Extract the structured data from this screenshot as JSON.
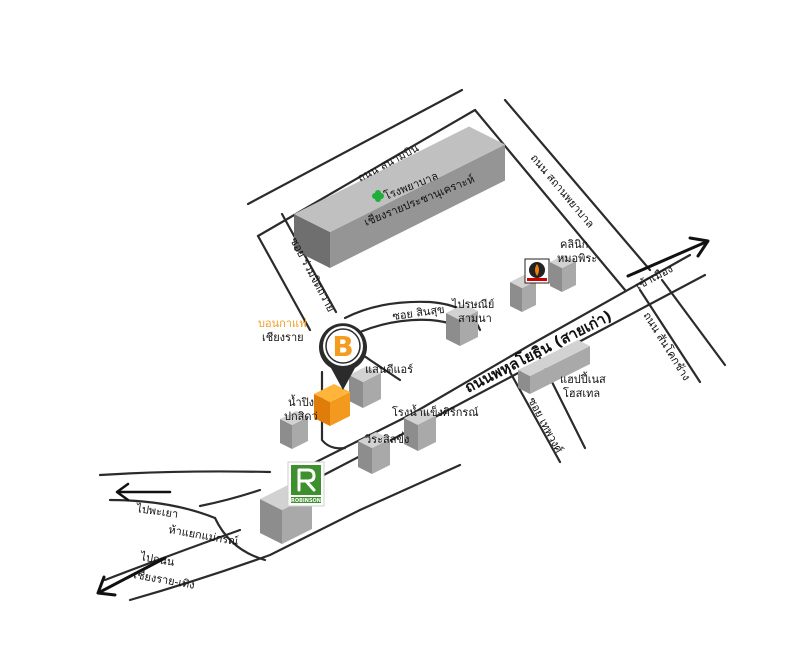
{
  "roads": {
    "sanambin": "ถนน สนามบิน",
    "sathanphayaban": "ถนน สถานพยาบาล",
    "soi_ruamjitthawai": "ซอย ร่วมจิตถวาย",
    "soi_sinsuk": "ซอย สินสุข",
    "phahonyothin": "ถนนพหลโยธิน (สายเก่า)",
    "soi_thepwong": "ซอย เทพวงศ์",
    "san_khok_chang": "ถนน สันโคกช้าง",
    "into_town": "เข้าเมือง",
    "to_phayao": "ไปพะเยา",
    "to_chiangrai_thoeng_1": "ไปถนน",
    "to_chiangrai_thoeng_2": "เชียงราย-เทิง",
    "ha_yaek": "ห้าแยกแม่กรณ์"
  },
  "places": {
    "hospital_1": "โรงพยาบาล",
    "hospital_2": "เชียงรายประชานุเคราะห์",
    "clinic_1": "คลินิก",
    "clinic_2": "หมอพิระ",
    "post_office_1": "ไปรษณีย์",
    "post_office_2": "สามนา",
    "sandy_air": "แสนดีแอร์",
    "namping_1": "น้ำปิง",
    "namping_2": "ปกสิดว่",
    "ice_factory": "โรงน้ำแข็งศิริกรณ์",
    "wirasin": "วีระสิลขิ่ง",
    "happiness_1": "แฮปปี้เนส",
    "happiness_2": "โฮสเทล",
    "robinson": "ROBINSON",
    "bonkafe_1": "บอนกาแฟ",
    "bonkafe_2": "เชียงราย",
    "marker_letter": "B"
  },
  "colors": {
    "road_edge": "#2b2b2b",
    "building_top": "#d2d2d2",
    "building_left": "#8d8d8d",
    "building_right": "#a9a9a9",
    "hospital_top": "#c0c0c0",
    "highlight_top": "#ffb43a",
    "highlight_left": "#e07c0a",
    "highlight_right": "#f39a1e",
    "marker_ring": "#2b2b2b",
    "marker_letter": "#f39c1f",
    "hospital_cross": "#1fae3a",
    "robinson_green": "#3e8f2d"
  }
}
